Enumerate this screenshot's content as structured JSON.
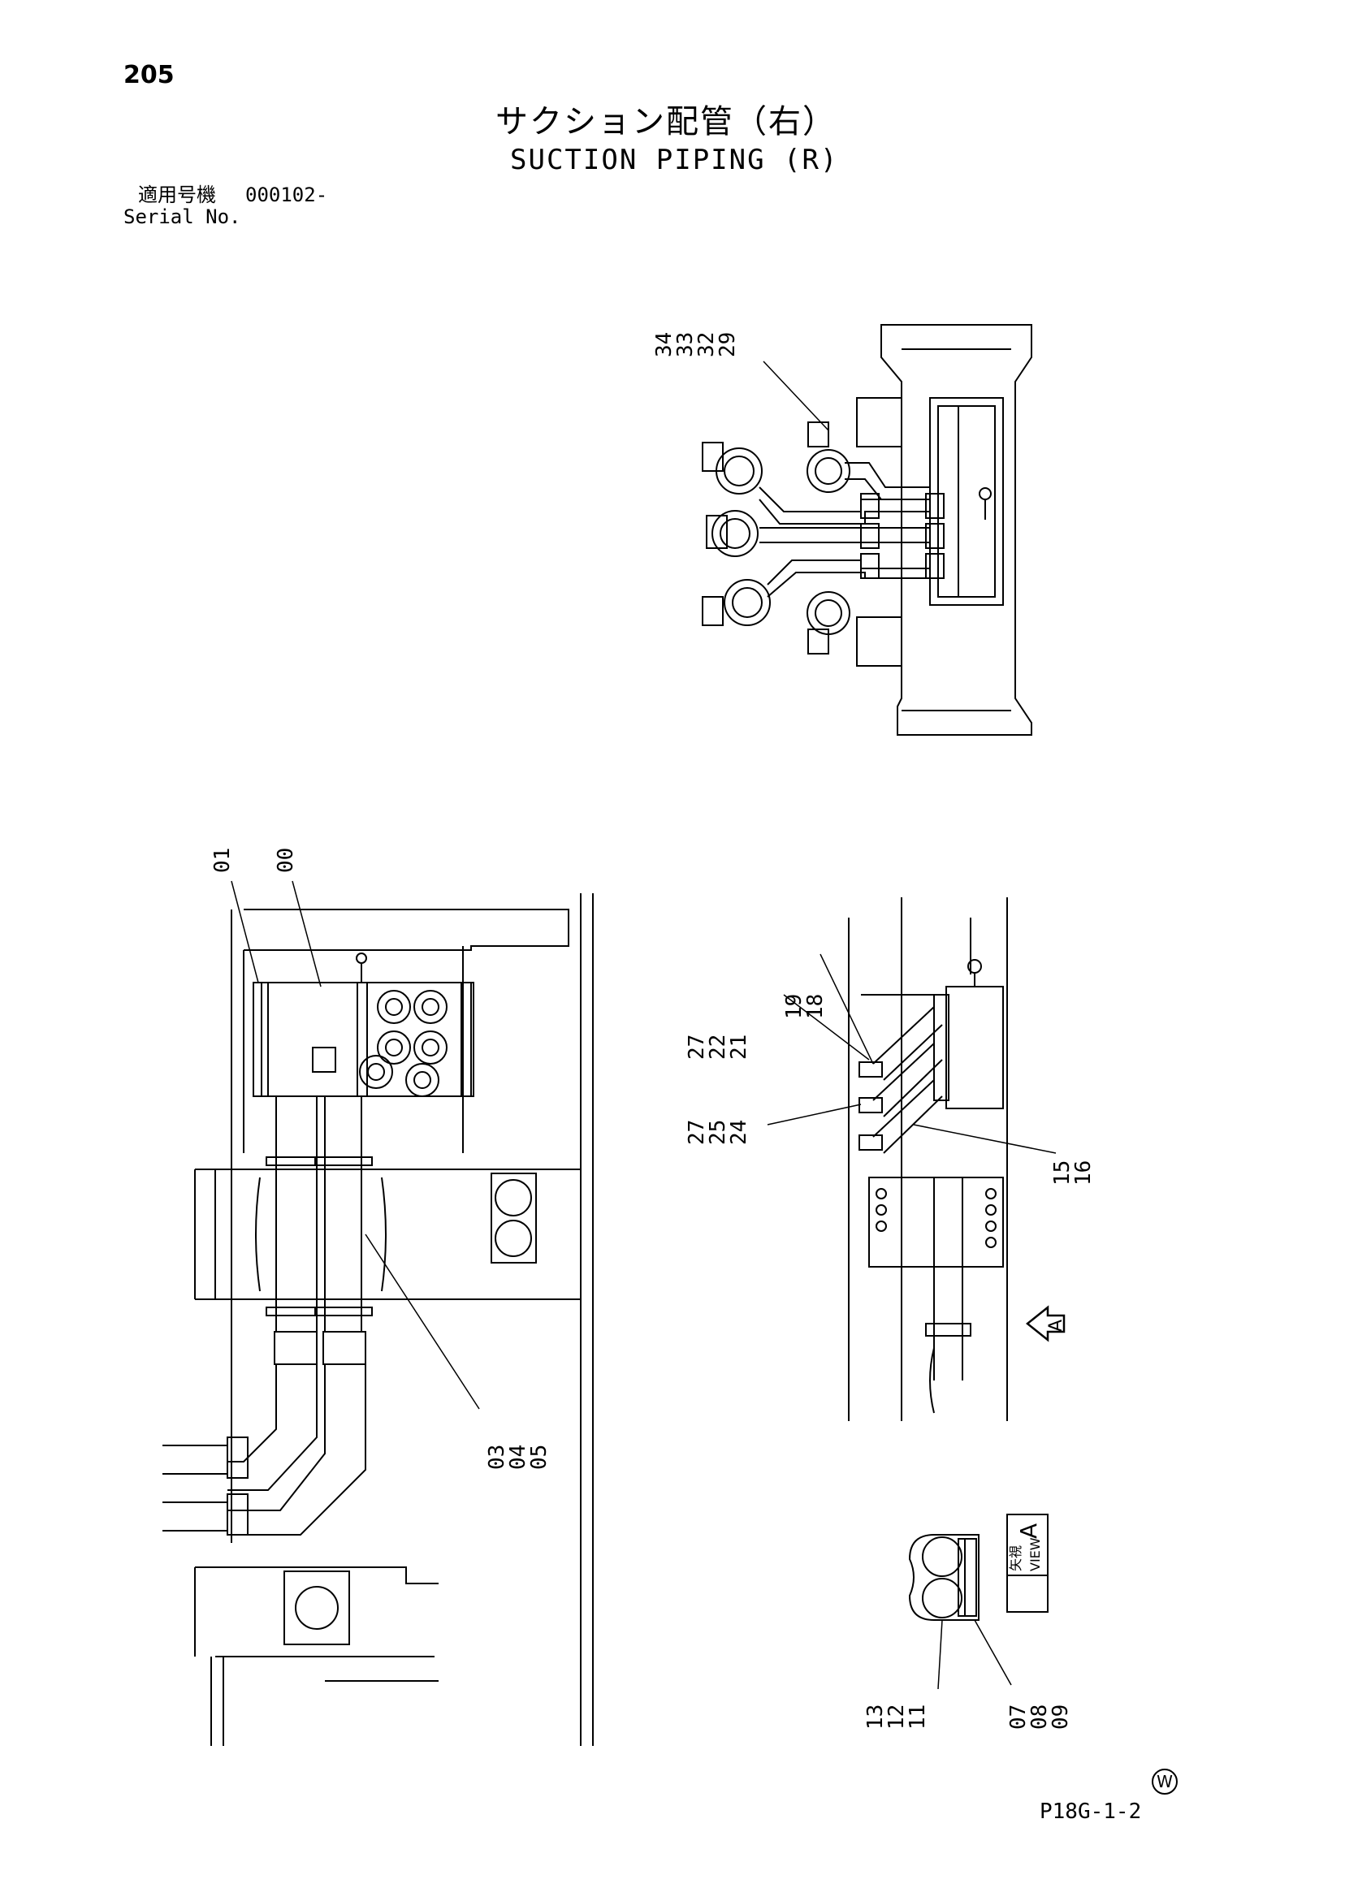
{
  "header": {
    "page_number": "205",
    "title_jp": "サクション配管（右）",
    "title_en": "SUCTION PIPING (R)",
    "serial_label_jp": "適用号機",
    "serial_value": "000102-",
    "serial_label_en": "Serial No."
  },
  "callouts": {
    "top_view": [
      "34",
      "33",
      "32",
      "29"
    ],
    "left_view": [
      "01",
      "00",
      "03",
      "04",
      "05"
    ],
    "side_view_upper": [
      "19",
      "18",
      "27",
      "22",
      "21"
    ],
    "side_view_lower": [
      "27",
      "25",
      "24",
      "15",
      "16"
    ],
    "view_a_left": [
      "13",
      "12",
      "11"
    ],
    "view_a_right": [
      "07",
      "08",
      "09"
    ]
  },
  "view_a": {
    "arrow_letter": "A",
    "box_jp": "矢視",
    "box_en": "VIEW",
    "box_letter": "A"
  },
  "footer": {
    "mark": "W",
    "page_code": "P18G-1-2"
  }
}
